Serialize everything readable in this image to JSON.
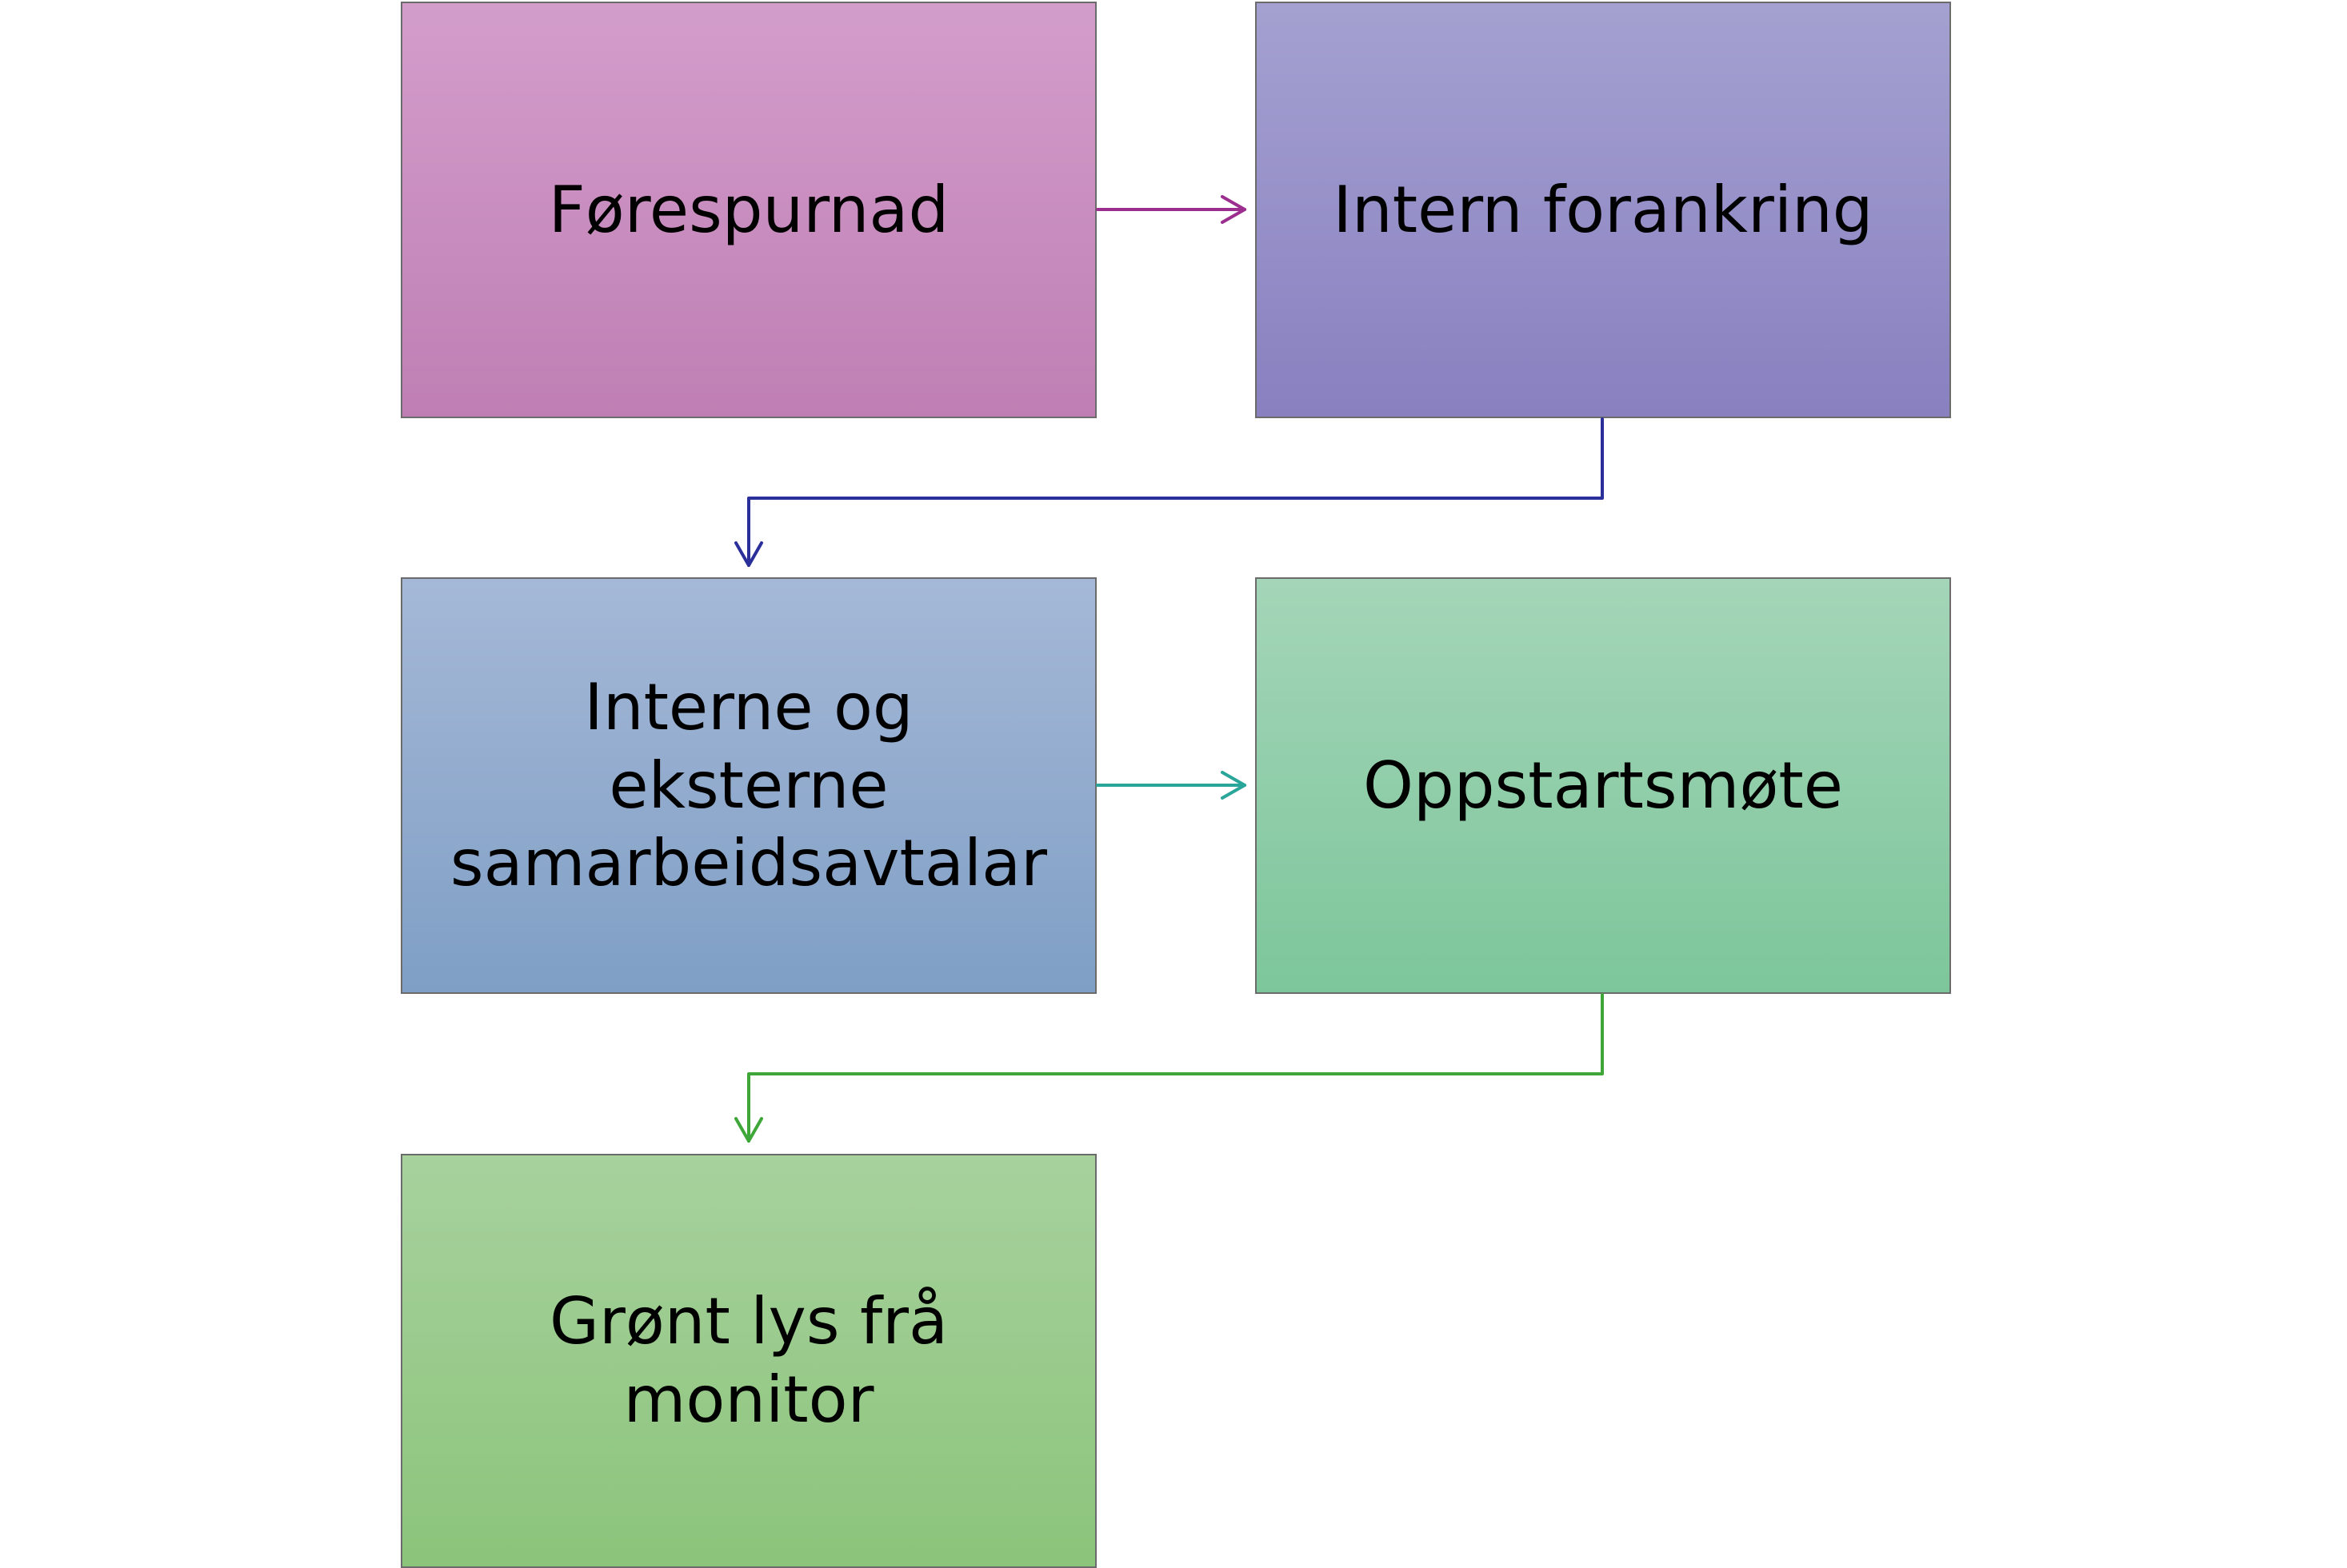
{
  "nodes": [
    {
      "id": "n1",
      "label": "Førespurnad"
    },
    {
      "id": "n2",
      "label": "Intern forankring"
    },
    {
      "id": "n3",
      "label": "Interne og eksterne\nsamarbeidsavtalar"
    },
    {
      "id": "n4",
      "label": "Oppstartsmøte"
    },
    {
      "id": "n5",
      "label": "Grønt lys frå\nmonitor"
    }
  ],
  "edges": [
    {
      "from": "n1",
      "to": "n2",
      "color": "#9b2e8e"
    },
    {
      "from": "n2",
      "to": "n3",
      "color": "#2b2f9a"
    },
    {
      "from": "n3",
      "to": "n4",
      "color": "#2aa59a"
    },
    {
      "from": "n4",
      "to": "n5",
      "color": "#3fa63a"
    }
  ],
  "colors": {
    "node_1": "#cc92c2",
    "node_2": "#9690c8",
    "node_3": "#93adce",
    "node_4": "#91ceaa",
    "node_5": "#9acb8c"
  }
}
